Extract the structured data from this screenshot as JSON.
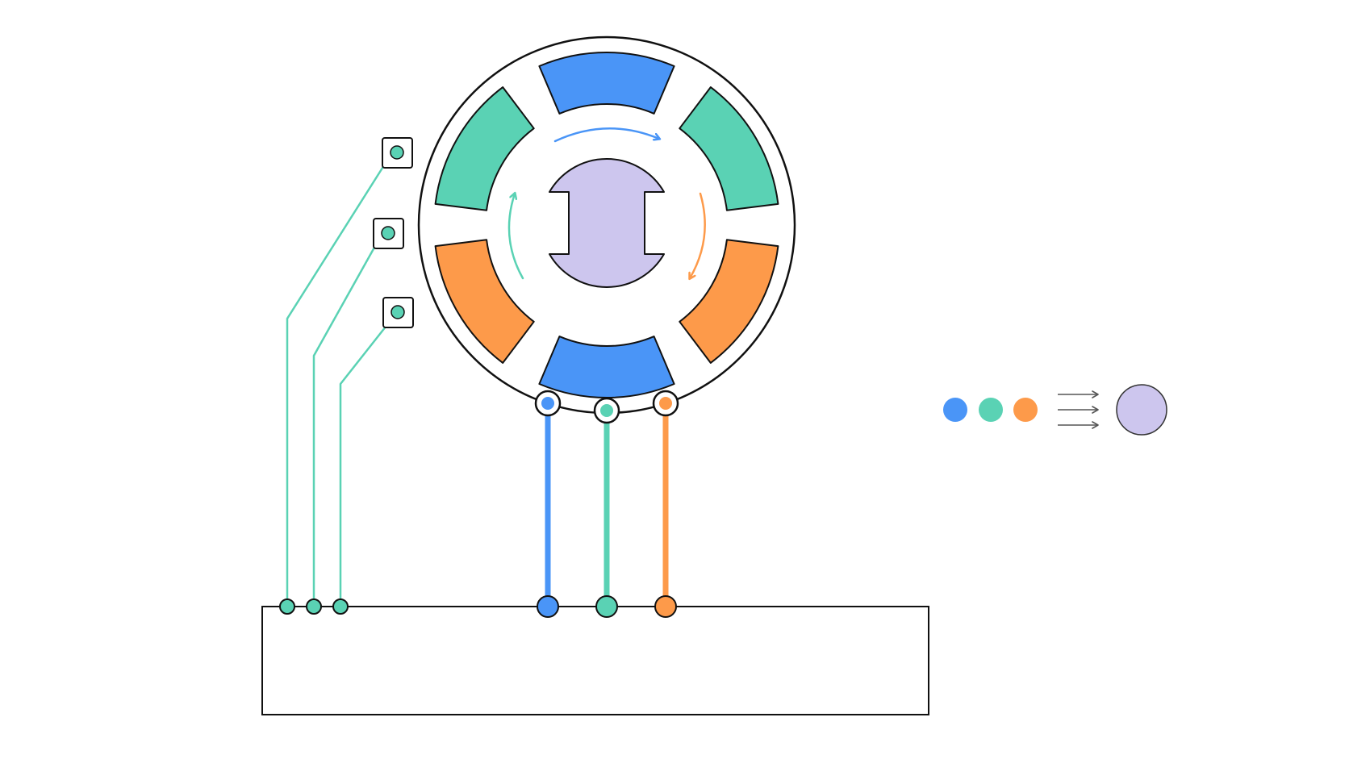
{
  "colors": {
    "phase_a": "#4a95f7",
    "phase_b": "#5ad2b4",
    "phase_c": "#fd9a4a",
    "rotor": "#cdc6ee",
    "outline": "#111111",
    "arrow": "#555555",
    "background": "#ffffff"
  },
  "diagram": {
    "stator": {
      "poles": [
        {
          "name": "stator-pole-top",
          "phase": "phase_a"
        },
        {
          "name": "stator-pole-upper-right",
          "phase": "phase_b"
        },
        {
          "name": "stator-pole-lower-right",
          "phase": "phase_c"
        },
        {
          "name": "stator-pole-bottom",
          "phase": "phase_a"
        },
        {
          "name": "stator-pole-lower-left",
          "phase": "phase_c"
        },
        {
          "name": "stator-pole-upper-left",
          "phase": "phase_b"
        }
      ]
    },
    "rotation_arrows": [
      {
        "name": "rotation-arrow-top",
        "phase": "phase_a"
      },
      {
        "name": "rotation-arrow-right",
        "phase": "phase_c"
      },
      {
        "name": "rotation-arrow-left",
        "phase": "phase_b"
      }
    ],
    "phase_leads": [
      {
        "name": "phase-lead-a",
        "phase": "phase_a"
      },
      {
        "name": "phase-lead-b",
        "phase": "phase_b"
      },
      {
        "name": "phase-lead-c",
        "phase": "phase_c"
      }
    ],
    "sensors": [
      {
        "name": "hall-sensor-1",
        "phase": "phase_b"
      },
      {
        "name": "hall-sensor-2",
        "phase": "phase_b"
      },
      {
        "name": "hall-sensor-3",
        "phase": "phase_b"
      }
    ],
    "legend": {
      "inputs": [
        "phase_a",
        "phase_b",
        "phase_c"
      ],
      "output": "rotor"
    }
  }
}
